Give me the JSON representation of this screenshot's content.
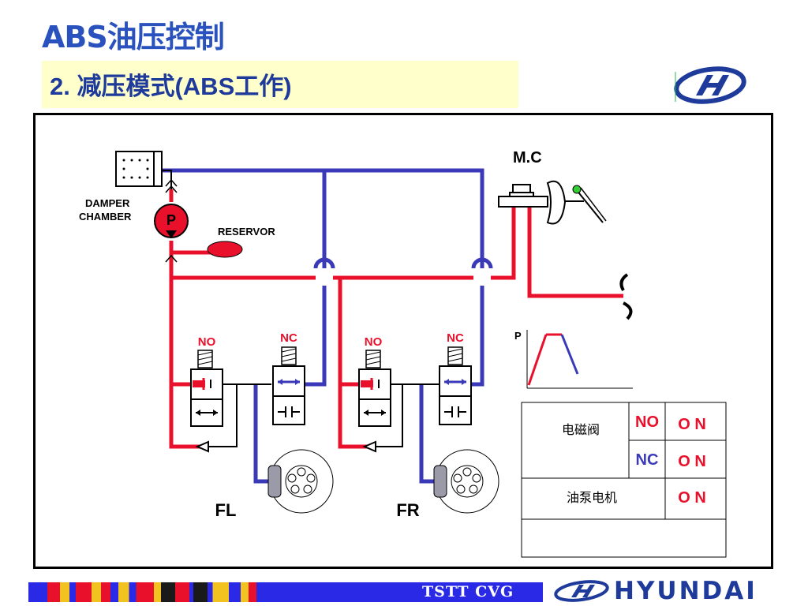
{
  "slide": {
    "title": "ABS油压控制",
    "subtitle": "2. 减压模式(ABS工作)"
  },
  "diagram": {
    "labels": {
      "mc": "M.C",
      "damper": "DAMPER",
      "chamber": "CHAMBER",
      "pump": "P",
      "reservor": "RESERVOR",
      "no_left": "NO",
      "nc_left": "NC",
      "no_right": "NO",
      "nc_right": "NC",
      "fl": "FL",
      "fr": "FR",
      "pressure_axis": "P"
    },
    "colors": {
      "high_pressure": "#e8102a",
      "low_pressure": "#3a3ab8",
      "return_line": "#000000"
    }
  },
  "status_table": {
    "solenoid_label": "电磁阀",
    "no_label": "NO",
    "no_state": "O N",
    "nc_label": "NC",
    "nc_state": "O N",
    "pump_label": "油泵电机",
    "pump_state": "O N"
  },
  "footer": {
    "code": "TSTT CVG",
    "brand": "HYUNDAI"
  }
}
